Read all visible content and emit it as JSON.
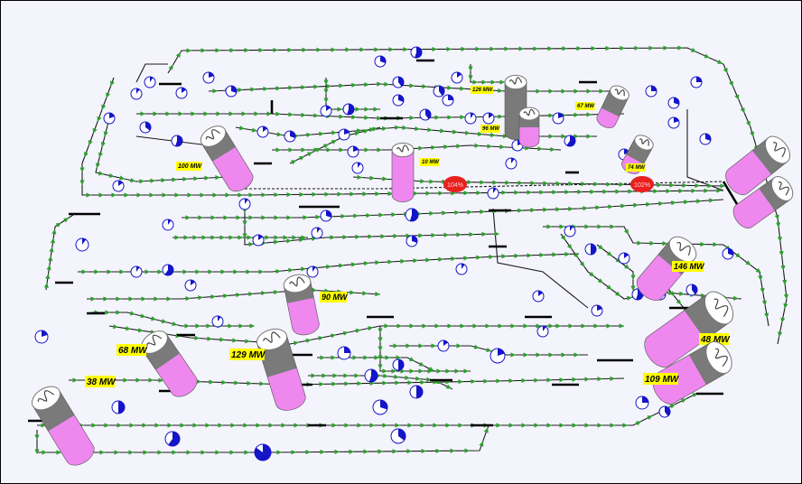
{
  "diagram": {
    "colors": {
      "background": "#f4f4fd",
      "line": "#1a1a1a",
      "flow_arrow": "#2e9e2e",
      "generator_high": "#ee88ee",
      "generator_low": "#7a7a7a",
      "label_bg": "#ffff00",
      "pie_fill": "#1414c8",
      "overload": "#e82020"
    },
    "generators": [
      {
        "id": "g1",
        "label": "38 MW",
        "loading": 0.55
      },
      {
        "id": "g2",
        "label": "68 MW",
        "loading": 0.55
      },
      {
        "id": "g3",
        "label": "129 MW",
        "loading": 0.45
      },
      {
        "id": "g4",
        "label": "90 MW",
        "loading": 0.6
      },
      {
        "id": "g5",
        "label": "100 MW",
        "loading": 0.6
      },
      {
        "id": "g6",
        "label": "10 MW",
        "loading": 1.0
      },
      {
        "id": "g7",
        "label": "126 MW",
        "loading": 0.0
      },
      {
        "id": "g8",
        "label": "96 MW",
        "loading": 0.5
      },
      {
        "id": "g9",
        "label": "67 MW",
        "loading": 0.3
      },
      {
        "id": "g10",
        "label": "74 MW",
        "loading": 0.3
      },
      {
        "id": "g11",
        "label": "146 MW",
        "loading": 0.6
      },
      {
        "id": "g12",
        "label": "48 MW",
        "loading": 0.6
      },
      {
        "id": "g13",
        "label": "109 MW",
        "loading": 0.6
      },
      {
        "id": "g14",
        "label": "",
        "loading": 0.6
      },
      {
        "id": "g15",
        "label": "",
        "loading": 0.6
      }
    ],
    "overloads": [
      "104%",
      "102%"
    ]
  }
}
